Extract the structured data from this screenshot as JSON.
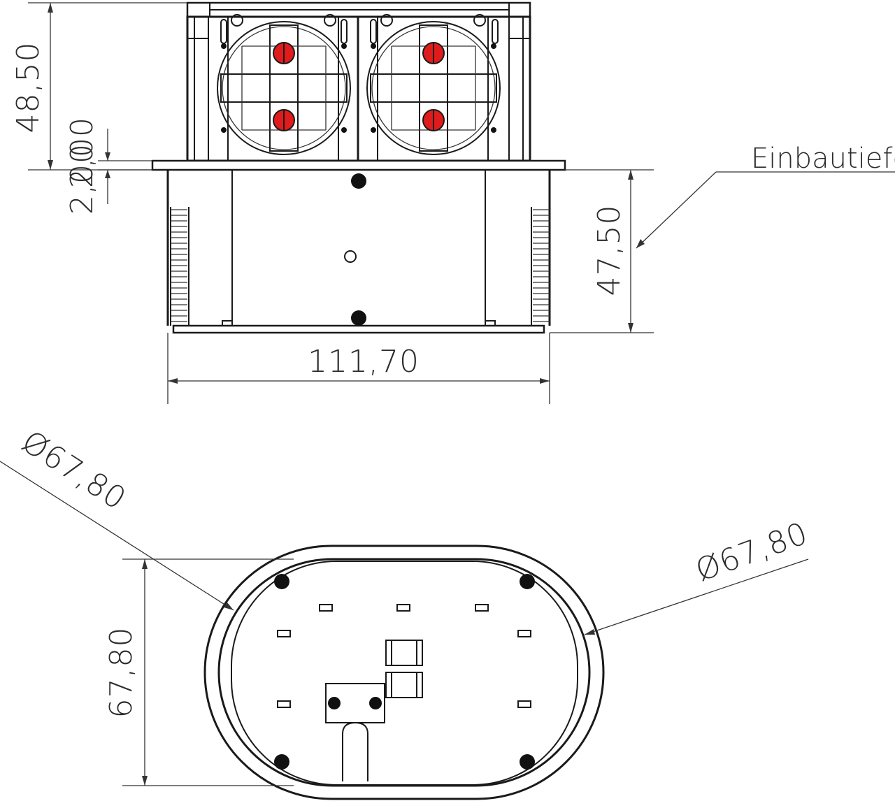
{
  "dimensions": {
    "top_height": "48,50",
    "flange": "2,00",
    "flange_lower": "2,00",
    "depth": "47,50",
    "width": "111,70",
    "diameter_left": "Ø67,80",
    "diameter_right": "Ø67,80",
    "bottom_height": "67,80"
  },
  "labels": {
    "installation_depth": "Einbautiefe"
  },
  "colors": {
    "socket_contact": "#e01b1b",
    "line": "#1a1a1a",
    "dimension": "#333333"
  }
}
